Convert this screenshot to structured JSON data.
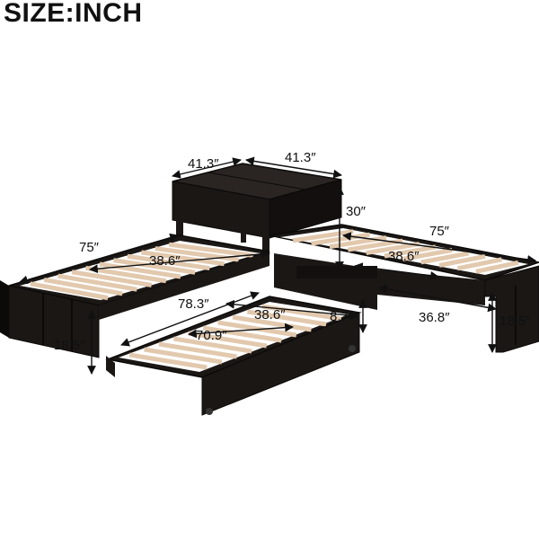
{
  "title": "SIZE:INCH",
  "dimensions": {
    "storage_width_left": "41.3″",
    "storage_width_right": "41.3″",
    "storage_height": "30″",
    "left_bed_length": "75″",
    "left_bed_width": "38.6″",
    "left_bed_height": "18.5″",
    "overall_length": "78.3″",
    "trundle_width": "38.6″",
    "trundle_length": "70.9″",
    "trundle_height": "8.7″",
    "right_bed_length": "75″",
    "right_bed_width": "38.6″",
    "right_bed_depth": "36.8″",
    "right_bed_height": "18.5″"
  },
  "colors": {
    "frame": "#1a1715",
    "frame_shade": "#0c0a09",
    "slat": "#e2c9ae",
    "slat_edge": "#b89a7c",
    "arrow": "#111111"
  }
}
